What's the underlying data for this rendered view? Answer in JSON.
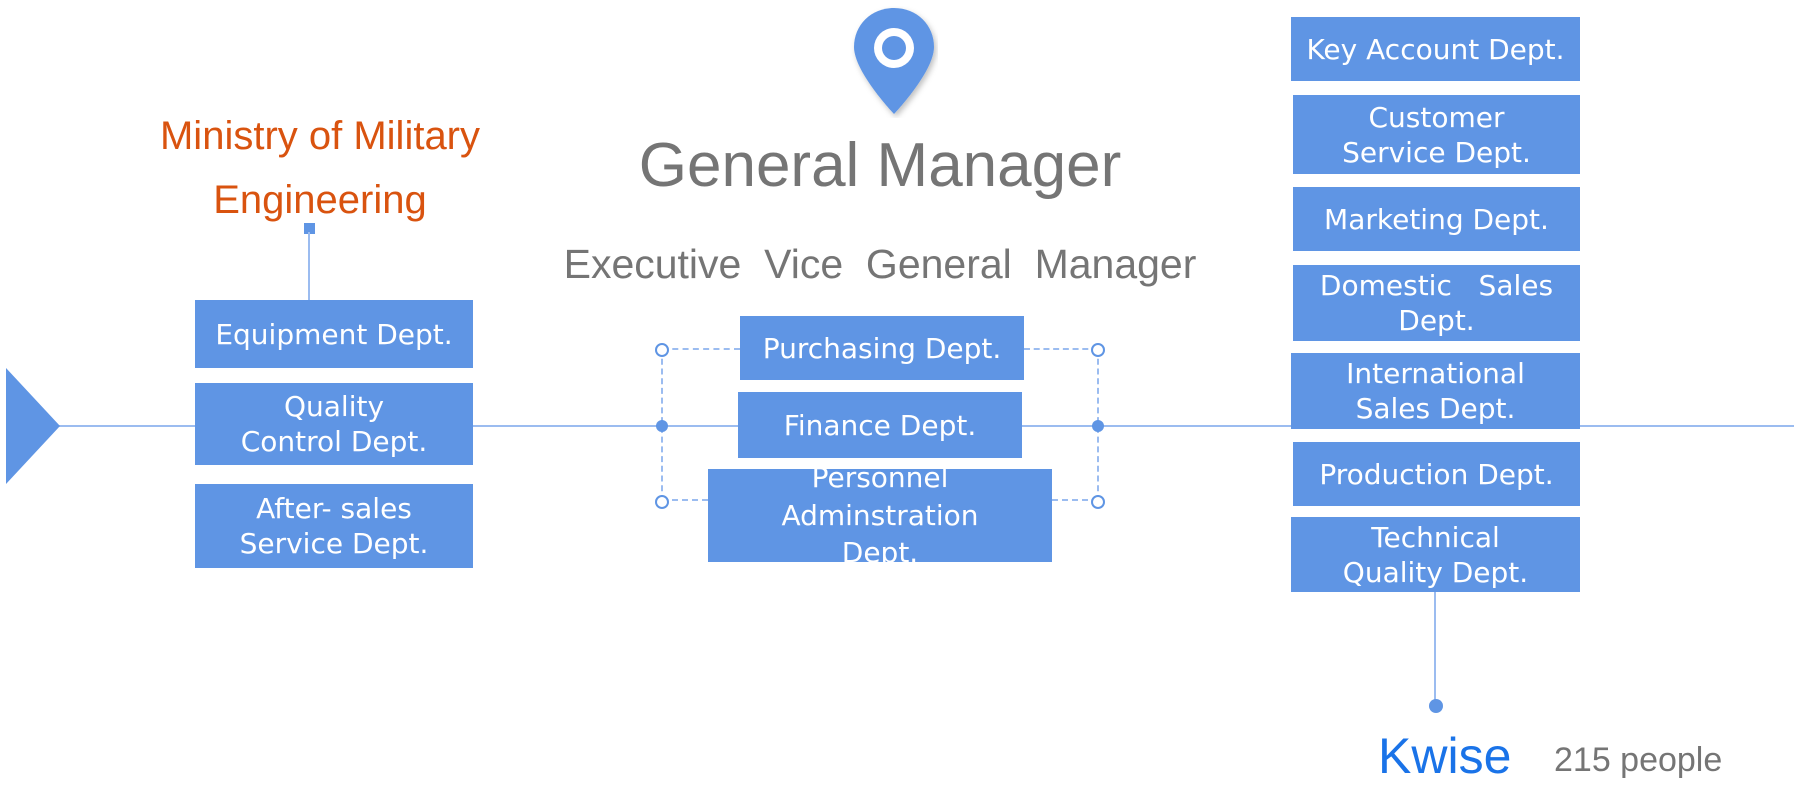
{
  "colors": {
    "box": "#5f95e4",
    "line": "#9bbcf0",
    "accent_red": "#d9530f",
    "gray_text": "#757575",
    "brand_blue": "#1a73e8"
  },
  "icons": {
    "pin": "location-pin-icon",
    "arrow": "triangle-arrow-icon"
  },
  "header": {
    "general_manager": "General Manager",
    "executive_vice": "Executive  Vice  General  Manager"
  },
  "left_group": {
    "title_line1": "Ministry of Military",
    "title_line2": "Engineering",
    "depts": [
      {
        "label": "Equipment Dept."
      },
      {
        "label": "Quality   Control Dept."
      },
      {
        "label": "After- sales  Service Dept."
      }
    ]
  },
  "center_group": {
    "depts": [
      {
        "label": "Purchasing Dept."
      },
      {
        "label": "Finance Dept."
      },
      {
        "label": "Personnel Adminstration Dept."
      }
    ]
  },
  "right_group": {
    "depts": [
      {
        "label": "Key Account Dept."
      },
      {
        "label": "Customer   Service Dept."
      },
      {
        "label": "Marketing Dept."
      },
      {
        "label": "Domestic   Sales Dept."
      },
      {
        "label": "International   Sales Dept."
      },
      {
        "label": "Production Dept."
      },
      {
        "label": "Technical   Quality Dept."
      }
    ]
  },
  "footer": {
    "brand": "Kwise",
    "people": "215 people"
  }
}
